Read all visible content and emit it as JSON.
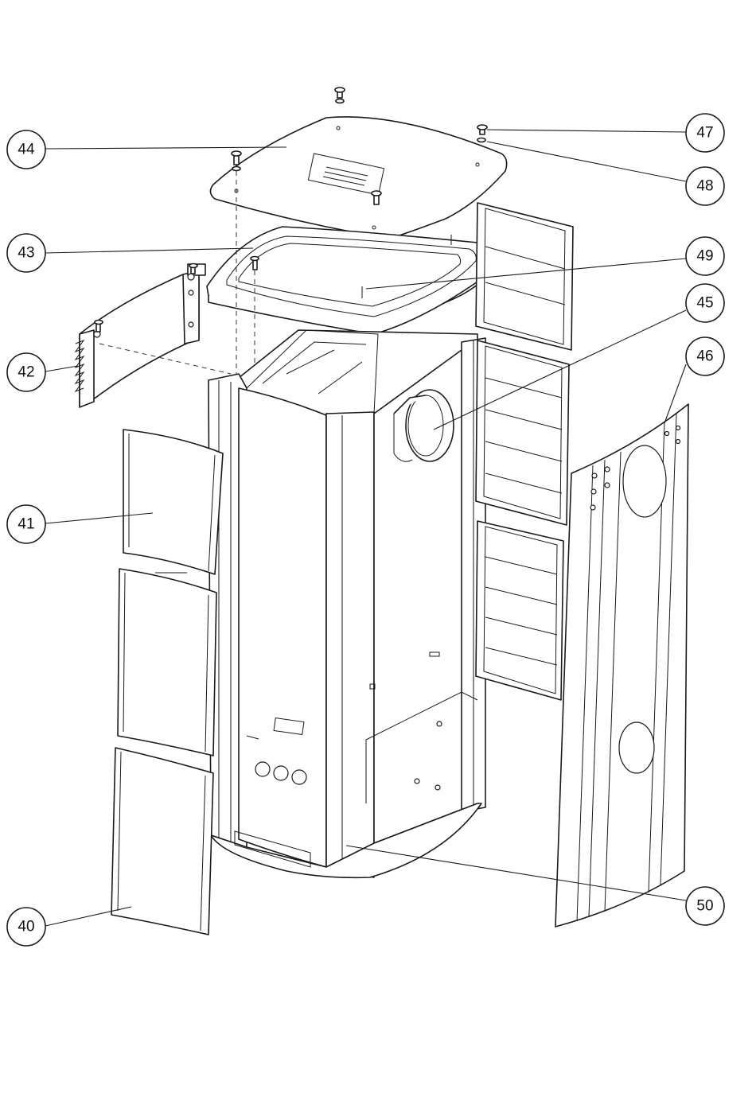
{
  "callouts": [
    {
      "id": "40",
      "label": "40"
    },
    {
      "id": "41",
      "label": "41"
    },
    {
      "id": "42",
      "label": "42"
    },
    {
      "id": "43",
      "label": "43"
    },
    {
      "id": "44",
      "label": "44"
    },
    {
      "id": "45",
      "label": "45"
    },
    {
      "id": "46",
      "label": "46"
    },
    {
      "id": "47",
      "label": "47"
    },
    {
      "id": "48",
      "label": "48"
    },
    {
      "id": "49",
      "label": "49"
    },
    {
      "id": "50",
      "label": "50"
    }
  ],
  "colors": {
    "line": "#1a1a1a",
    "background": "#ffffff"
  }
}
